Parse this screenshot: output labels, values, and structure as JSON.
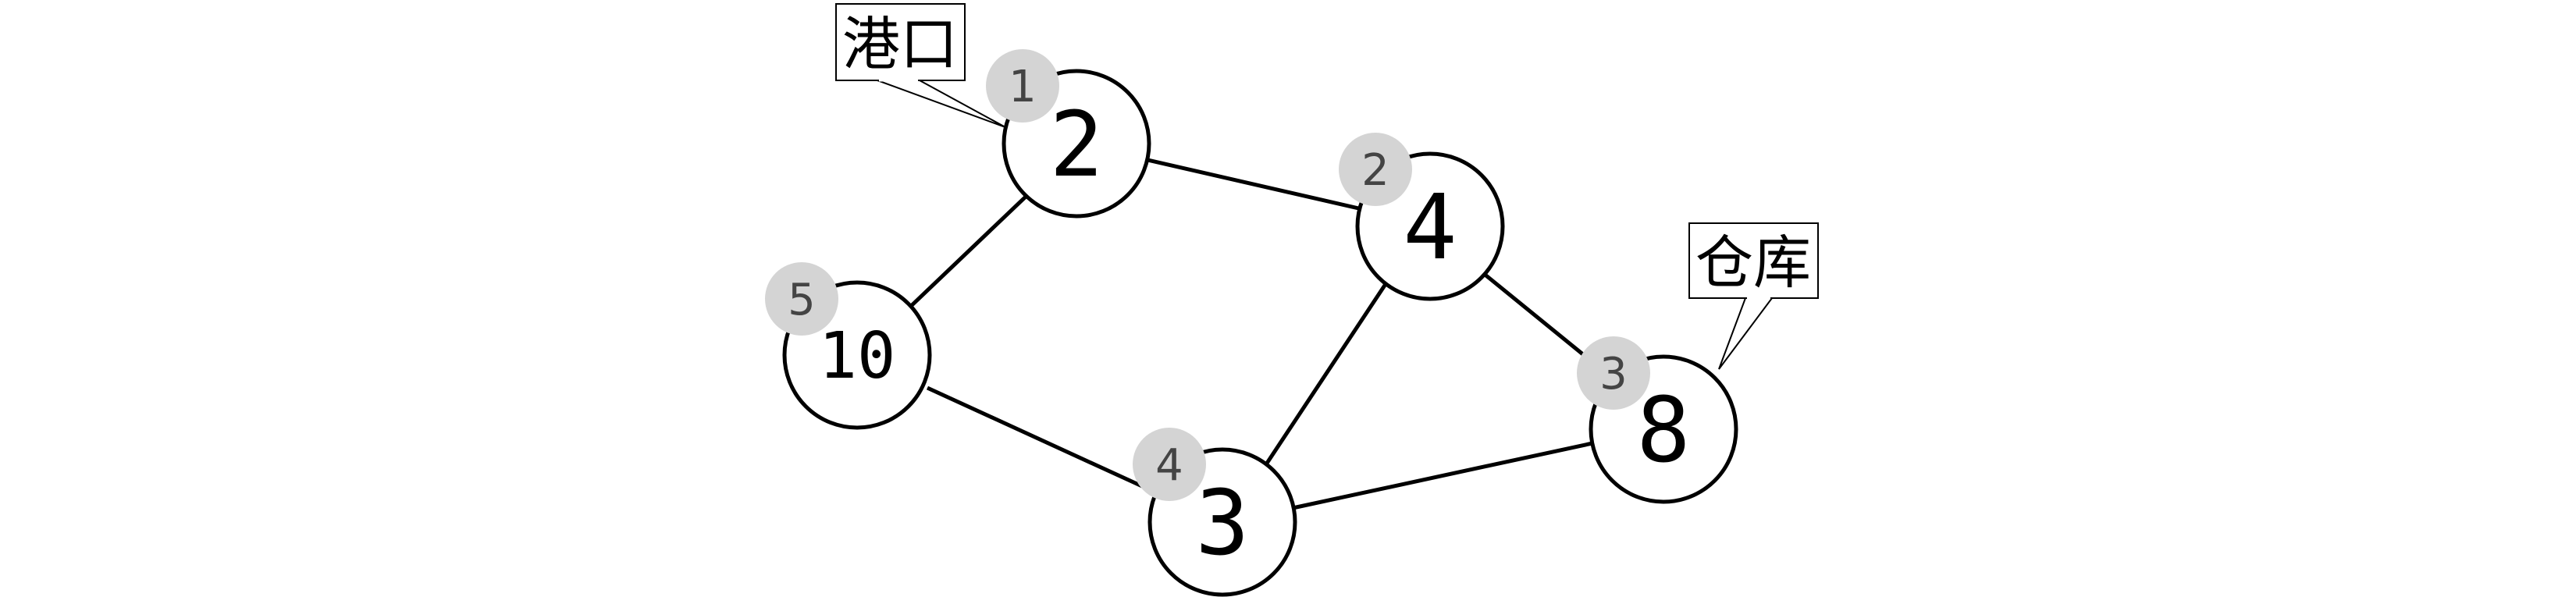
{
  "graph": {
    "nodes": [
      {
        "id": "n2",
        "label": "2",
        "order": "1"
      },
      {
        "id": "n4",
        "label": "4",
        "order": "2"
      },
      {
        "id": "n8",
        "label": "8",
        "order": "3"
      },
      {
        "id": "n3",
        "label": "3",
        "order": "4"
      },
      {
        "id": "n10",
        "label": "10",
        "order": "5"
      }
    ],
    "edges": [
      {
        "from": "2",
        "to": "4"
      },
      {
        "from": "2",
        "to": "10"
      },
      {
        "from": "10",
        "to": "3"
      },
      {
        "from": "3",
        "to": "4"
      },
      {
        "from": "4",
        "to": "8"
      },
      {
        "from": "3",
        "to": "8"
      }
    ],
    "callouts": [
      {
        "node": "2",
        "text": "港口"
      },
      {
        "node": "8",
        "text": "仓库"
      }
    ]
  },
  "colors": {
    "stroke": "#000000",
    "node_fill": "#ffffff",
    "badge_fill": "#d4d4d4",
    "badge_text": "#444444"
  }
}
